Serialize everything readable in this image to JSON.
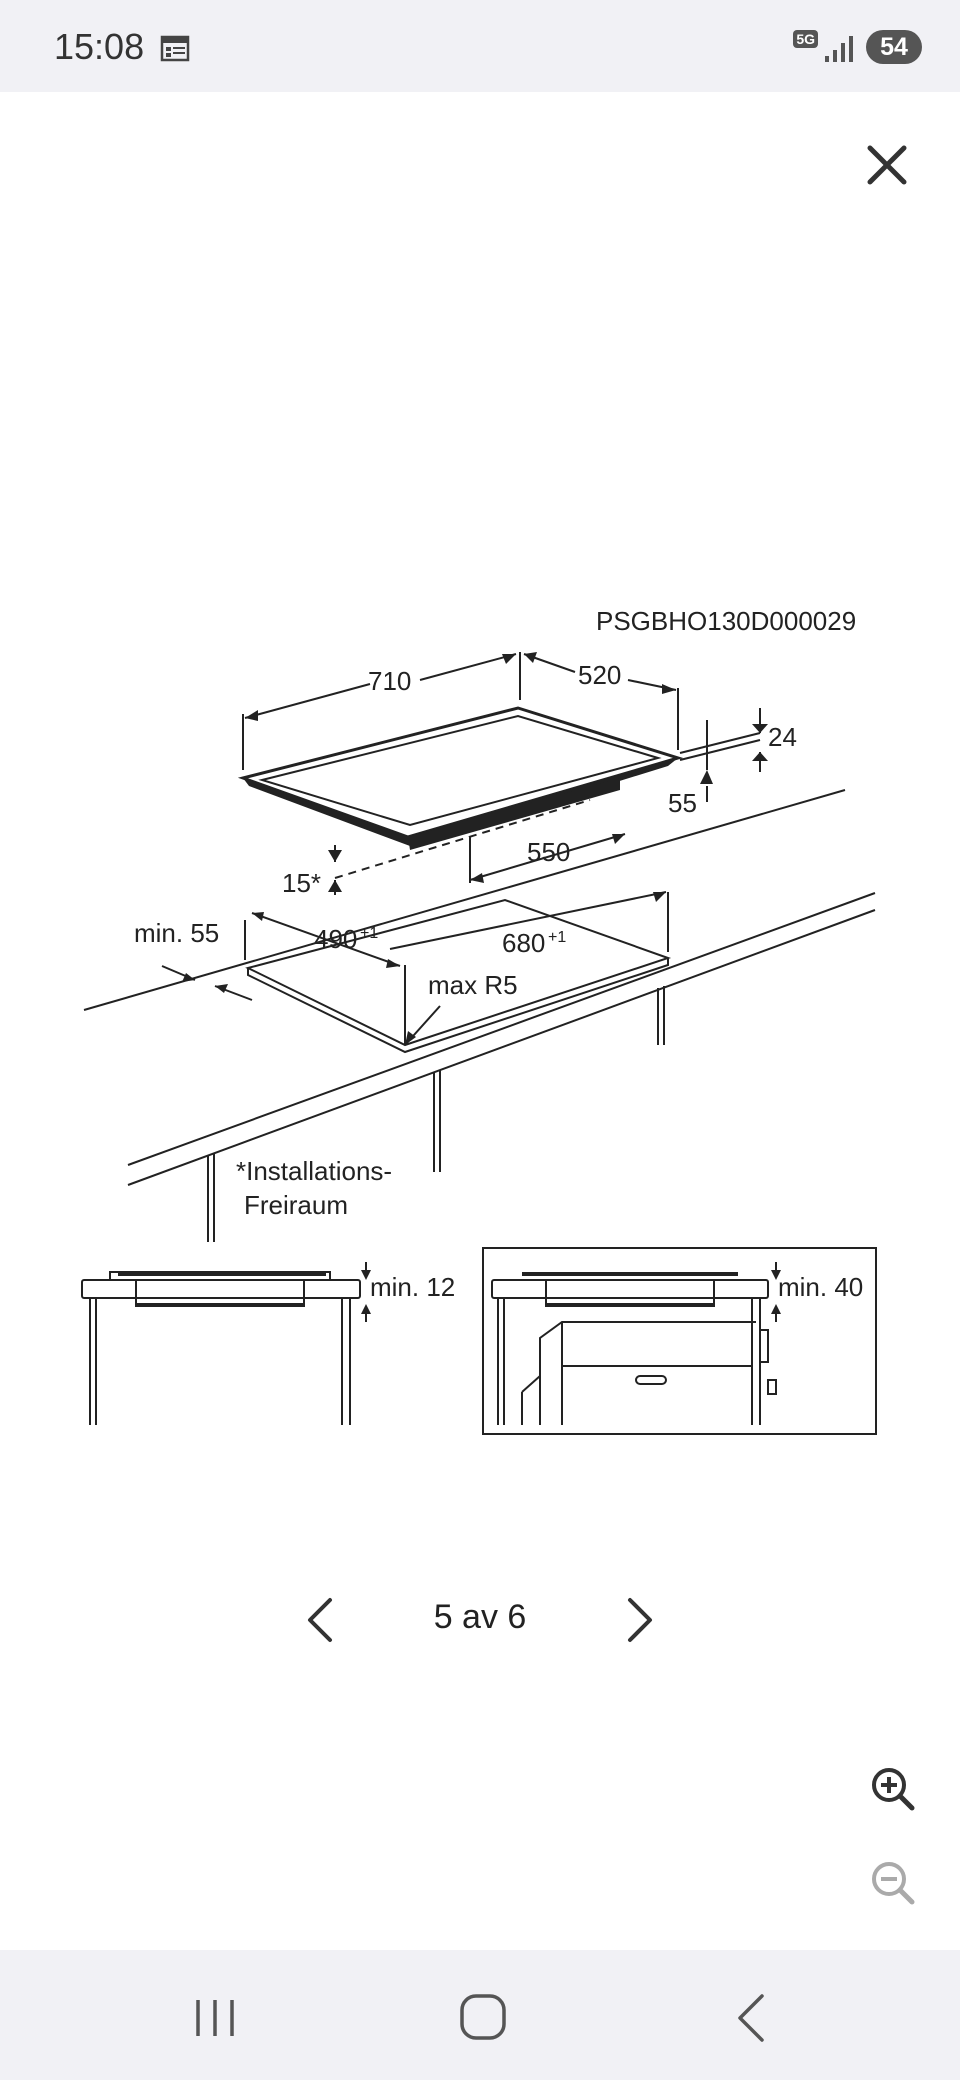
{
  "status_bar": {
    "time": "15:08",
    "network": "5G",
    "battery": "54",
    "icons": [
      "calendar-icon",
      "signal-icon"
    ]
  },
  "viewer": {
    "close_icon": "close-icon",
    "pager_text": "5 av 6",
    "prev_icon": "chevron-left-icon",
    "next_icon": "chevron-right-icon",
    "zoom_in_icon": "zoom-in-icon",
    "zoom_out_icon": "zoom-out-icon"
  },
  "diagram": {
    "code": "PSGBHO130D000029",
    "dim_width": "710",
    "dim_depth": "520",
    "dim_height": "24",
    "dim_55": "55",
    "dim_550": "550",
    "dim_15": "15*",
    "dim_min55": "min. 55",
    "dim_490": "490",
    "dim_490_sup": "+1",
    "dim_680": "680",
    "dim_680_sup": "+1",
    "dim_radius": "max R5",
    "note_line1": "*Installations-",
    "note_line2": "Freiraum",
    "dim_min12": "min. 12",
    "dim_min40": "min. 40"
  },
  "nav_bar": {
    "recents_icon": "recents-icon",
    "home_icon": "home-icon",
    "back_icon": "back-icon"
  }
}
